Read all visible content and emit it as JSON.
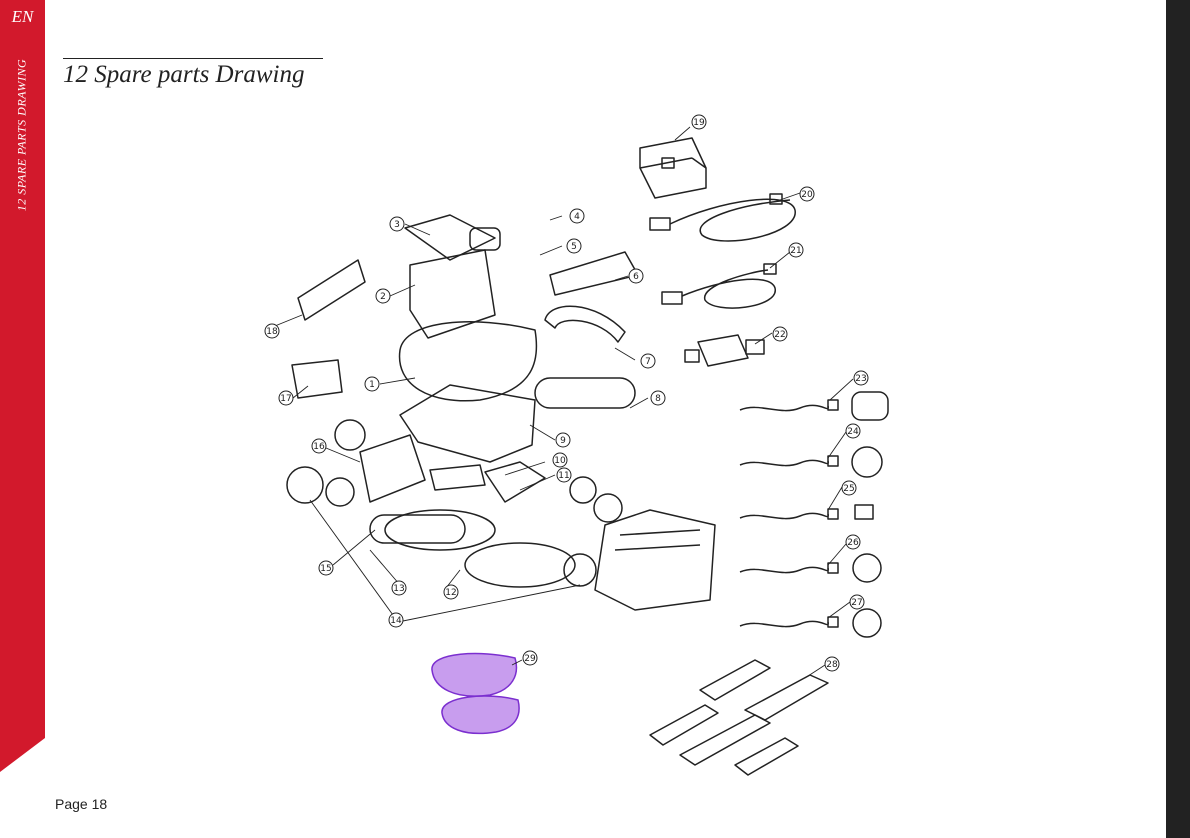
{
  "sidebar": {
    "language": "EN",
    "section": "12 SPARE PARTS DRAWING",
    "accent_color": "#D2192C"
  },
  "header": {
    "title": "12  Spare parts Drawing"
  },
  "drawing": {
    "highlight_color": "#9B4DE0",
    "callouts": [
      "1",
      "2",
      "3",
      "4",
      "5",
      "6",
      "7",
      "8",
      "9",
      "10",
      "11",
      "12",
      "13",
      "14",
      "15",
      "16",
      "17",
      "18",
      "19",
      "20",
      "21",
      "22",
      "23",
      "24",
      "25",
      "26",
      "27",
      "28",
      "29"
    ]
  },
  "footer": {
    "page_label": "Page 18"
  }
}
